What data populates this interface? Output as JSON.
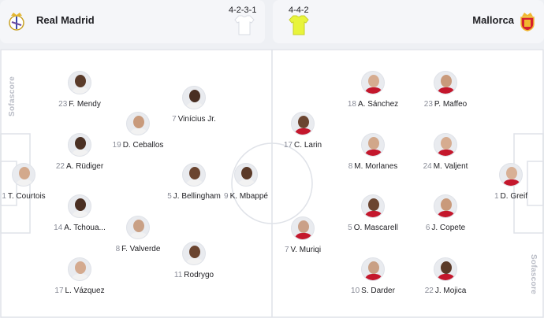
{
  "home": {
    "name": "Real Madrid",
    "formation": "4-2-3-1",
    "crest_icon": "real-madrid-crest",
    "kit_color": "#ffffff",
    "players": [
      {
        "number": "23",
        "name": "F. Mendy",
        "skin": "#5a3b2a"
      },
      {
        "number": "7",
        "name": "Vinícius Jr.",
        "skin": "#4a2f22"
      },
      {
        "number": "19",
        "name": "D. Ceballos",
        "skin": "#c89a7c"
      },
      {
        "number": "22",
        "name": "A. Rüdiger",
        "skin": "#4b3124"
      },
      {
        "number": "1",
        "name": "T. Courtois",
        "skin": "#d3a98c"
      },
      {
        "number": "5",
        "name": "J. Bellingham",
        "skin": "#6b4530"
      },
      {
        "number": "9",
        "name": "K. Mbappé",
        "skin": "#5b3a28"
      },
      {
        "number": "14",
        "name": "A. Tchoua...",
        "skin": "#4a2f22"
      },
      {
        "number": "8",
        "name": "F. Valverde",
        "skin": "#c9a085"
      },
      {
        "number": "11",
        "name": "Rodrygo",
        "skin": "#6b4530"
      },
      {
        "number": "17",
        "name": "L. Vázquez",
        "skin": "#d4aa8f"
      }
    ]
  },
  "away": {
    "name": "Mallorca",
    "formation": "4-4-2",
    "crest_icon": "mallorca-crest",
    "kit_color": "#e8f43b",
    "players": [
      {
        "number": "18",
        "name": "A. Sánchez",
        "skin": "#d6ac90"
      },
      {
        "number": "23",
        "name": "P. Maffeo",
        "skin": "#c99a7b"
      },
      {
        "number": "17",
        "name": "C. Larin",
        "skin": "#6b4530"
      },
      {
        "number": "8",
        "name": "M. Morlanes",
        "skin": "#d1a78a"
      },
      {
        "number": "24",
        "name": "M. Valjent",
        "skin": "#d6ac90"
      },
      {
        "number": "1",
        "name": "D. Greif",
        "skin": "#d8b095"
      },
      {
        "number": "5",
        "name": "O. Mascarell",
        "skin": "#6b4530"
      },
      {
        "number": "6",
        "name": "J. Copete",
        "skin": "#c99a7b"
      },
      {
        "number": "7",
        "name": "V. Muriqi",
        "skin": "#caa088"
      },
      {
        "number": "10",
        "name": "S. Darder",
        "skin": "#c9a085"
      },
      {
        "number": "22",
        "name": "J. Mojica",
        "skin": "#5b3a28"
      }
    ]
  },
  "watermark": "Sofascore",
  "colors": {
    "home_shirt": "#f2f2f2",
    "away_shirt": "#c4172c",
    "pitch_lines": "#dfe2e8"
  }
}
